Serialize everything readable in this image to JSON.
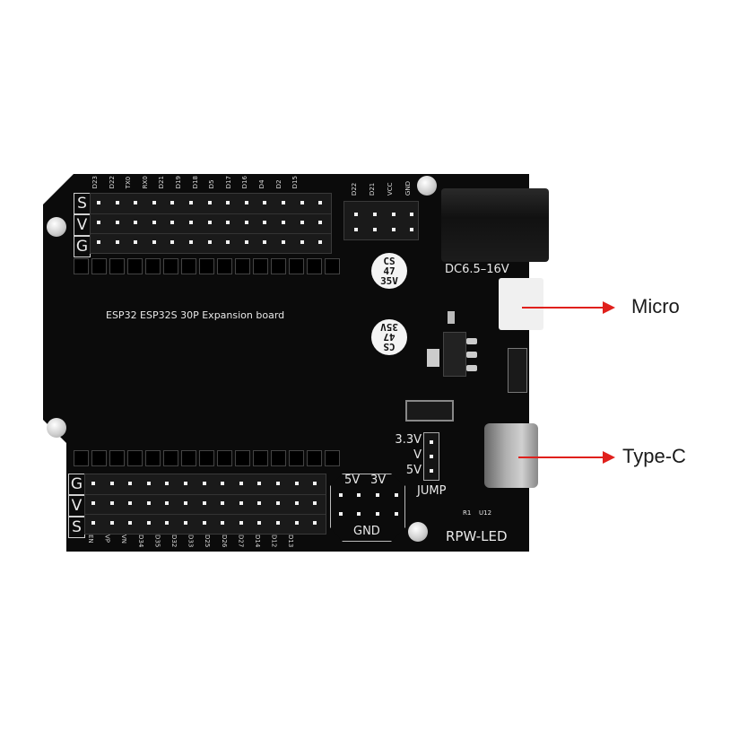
{
  "board": {
    "title": "ESP32 ESP32S 30P Expansion board",
    "dc_label": "DC6.5–16V",
    "rpw_label": "RPW-LED",
    "r1_label": "R1",
    "u12_label": "U12",
    "jump": {
      "title": "JUMP",
      "options": [
        "3.3V",
        "V",
        "5V"
      ]
    },
    "power_header": {
      "left": "5V",
      "right": "3V",
      "bottom": "GND"
    },
    "top_header": {
      "row_labels": [
        "S",
        "V",
        "G"
      ],
      "pins": [
        "D23",
        "D22",
        "TX0",
        "RX0",
        "D21",
        "D19",
        "D18",
        "D5",
        "D17",
        "D16",
        "D4",
        "D2",
        "D15"
      ]
    },
    "aux_header": {
      "pins": [
        "D22",
        "D21",
        "VCC",
        "GND"
      ]
    },
    "bottom_header": {
      "row_labels": [
        "G",
        "V",
        "S"
      ],
      "pins": [
        "EN",
        "VP",
        "VN",
        "D34",
        "D35",
        "D32",
        "D33",
        "D25",
        "D26",
        "D27",
        "D14",
        "D12",
        "D13"
      ]
    },
    "capacitors": [
      {
        "line1": "CS",
        "line2": "47",
        "line3": "35V"
      },
      {
        "line1": "CS",
        "line2": "47",
        "line3": "35V"
      }
    ]
  },
  "callouts": [
    {
      "label": "Micro",
      "color": "#e0201c"
    },
    {
      "label": "Type-C",
      "color": "#e0201c"
    }
  ]
}
